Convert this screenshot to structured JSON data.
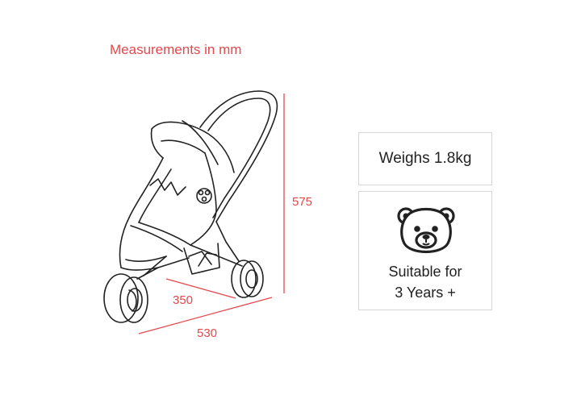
{
  "title": "Measurements in mm",
  "dimensions": {
    "height": "575",
    "depth": "350",
    "width": "530"
  },
  "weight_card": {
    "text": "Weighs 1.8kg"
  },
  "age_card": {
    "line1": "Suitable for",
    "line2": "3 Years +"
  },
  "icons": {
    "product": "stroller-drawing",
    "age": "teddy-bear-icon"
  },
  "colors": {
    "accent": "#e5484d",
    "line": "#222222",
    "card_border": "#d6d6d6"
  }
}
